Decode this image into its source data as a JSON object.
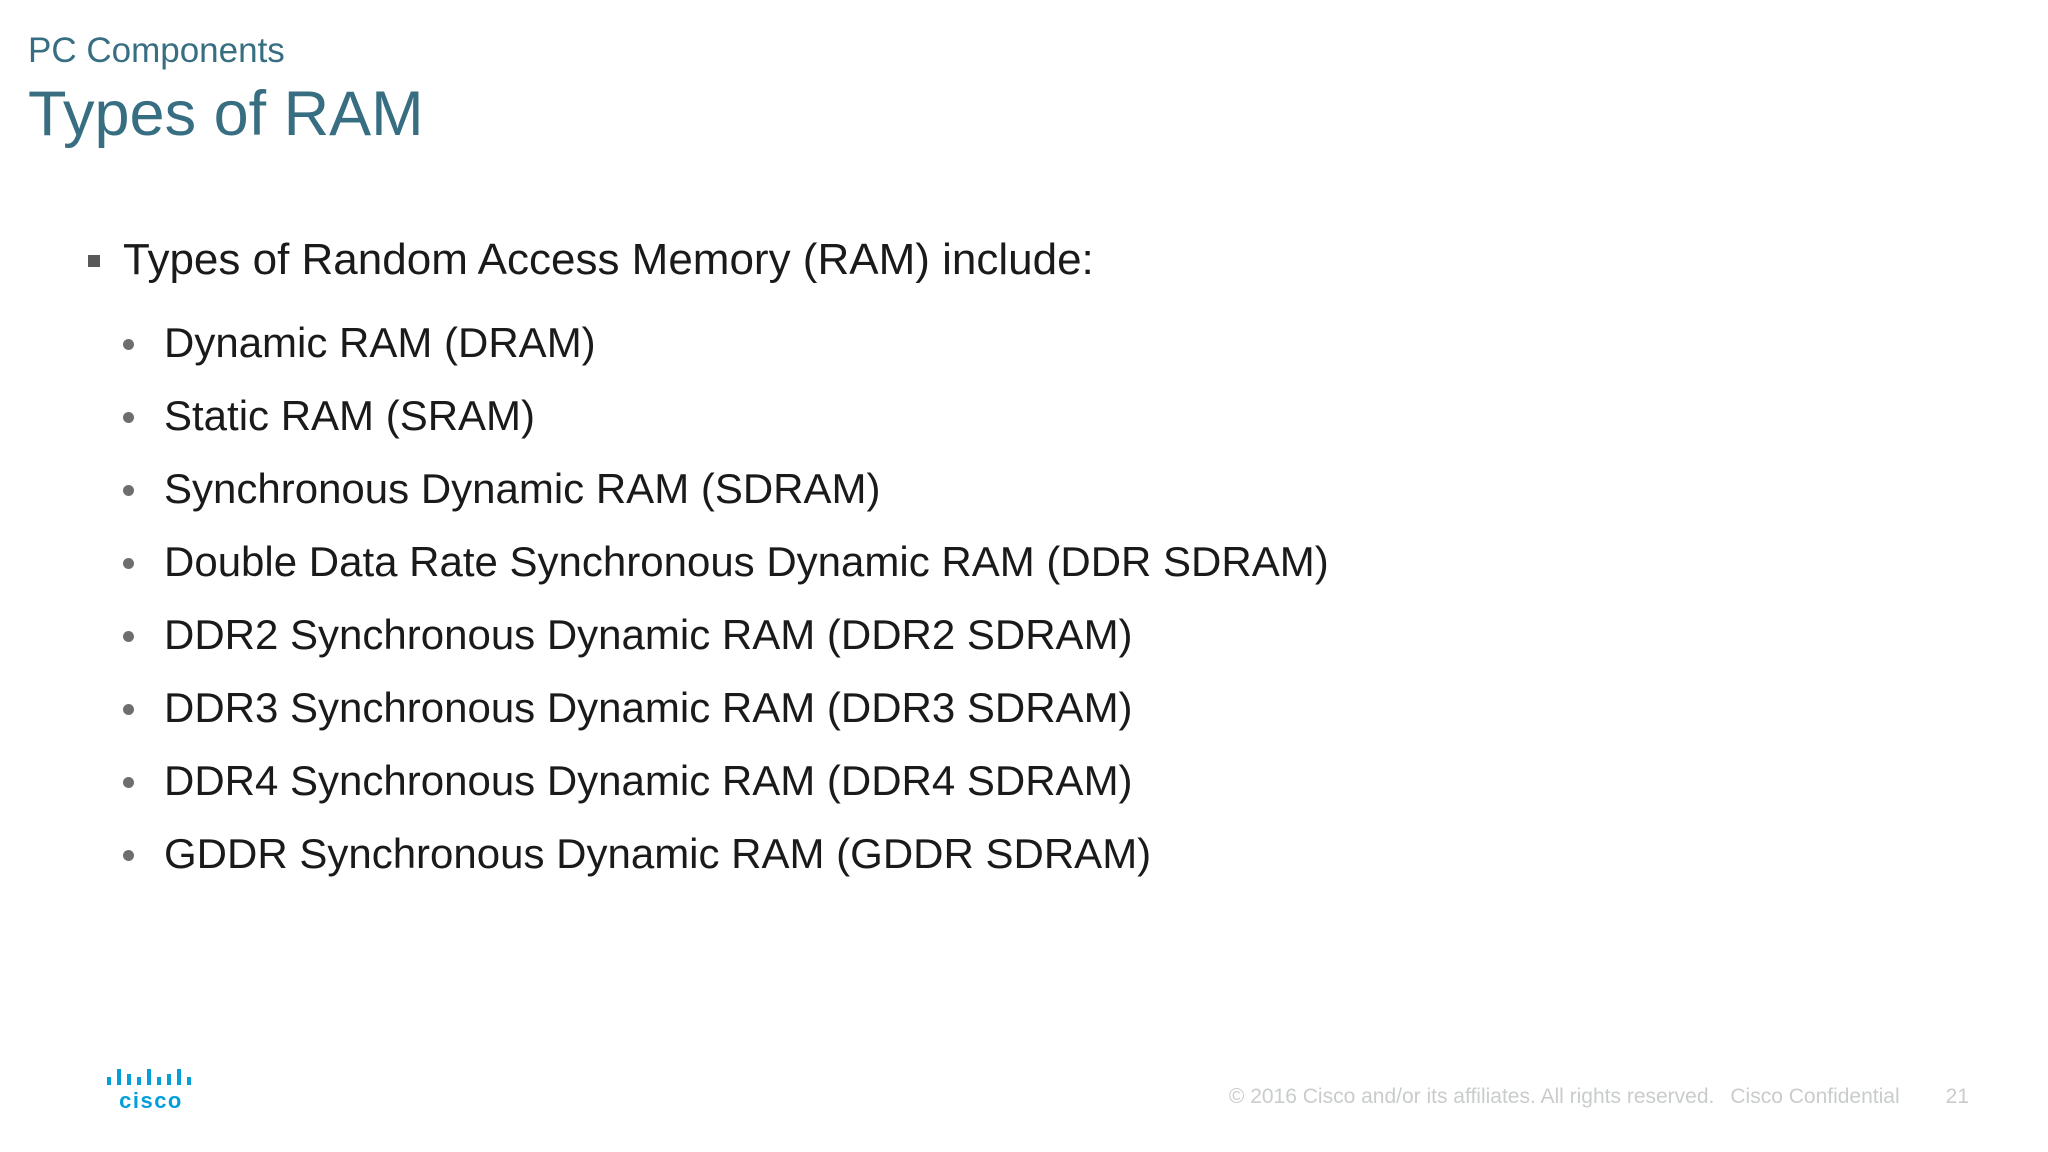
{
  "slide": {
    "eyebrow": "PC Components",
    "title": "Types of RAM",
    "list": {
      "heading": "Types of Random Access Memory (RAM) include:",
      "items": [
        "Dynamic RAM (DRAM)",
        "Static RAM (SRAM)",
        "Synchronous Dynamic RAM (SDRAM)",
        "Double Data Rate Synchronous Dynamic RAM (DDR SDRAM)",
        "DDR2 Synchronous Dynamic RAM (DDR2 SDRAM)",
        "DDR3 Synchronous Dynamic RAM (DDR3 SDRAM)",
        "DDR4 Synchronous Dynamic RAM (DDR4 SDRAM)",
        "GDDR Synchronous Dynamic RAM (GDDR SDRAM)"
      ]
    },
    "footer": {
      "logo_text": "cisco",
      "copyright": "© 2016  Cisco and/or its affiliates. All rights reserved.",
      "confidential": "Cisco Confidential",
      "page_number": "21"
    },
    "colors": {
      "heading_teal": "#386e82",
      "body_text": "#1a1a1a",
      "bullet_square": "#595959",
      "bullet_dot": "#6e6e6e",
      "footer_gray": "#c9cccd",
      "cisco_blue": "#049fd9"
    }
  }
}
